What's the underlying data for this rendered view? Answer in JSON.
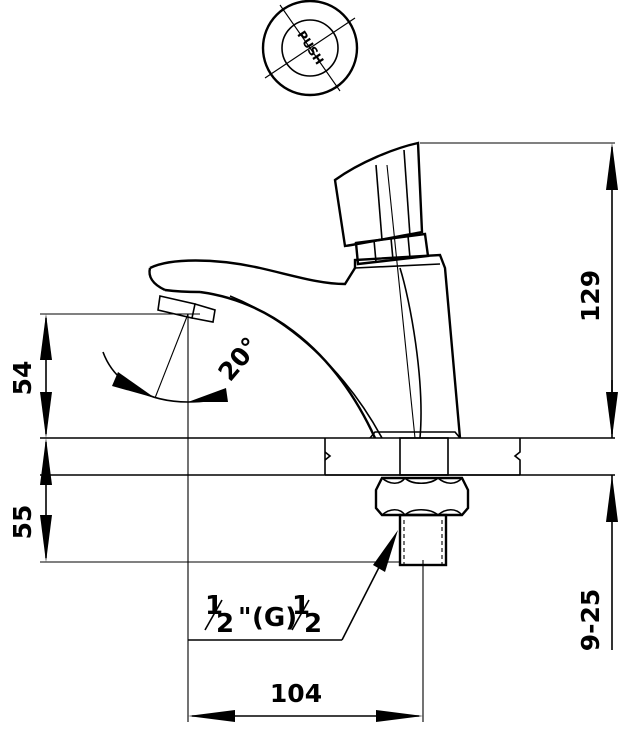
{
  "push_button": {
    "label": "PUSH"
  },
  "dimensions": {
    "spout_height": "54",
    "below_deck": "55",
    "total_height": "129",
    "deck_thickness": "9-25",
    "reach": "104"
  },
  "angle_label": "20°",
  "thread": {
    "whole": "1",
    "denominator": "2",
    "inch": "\"",
    "g_label": "(G)",
    "whole2": "1",
    "denominator2": "2"
  }
}
